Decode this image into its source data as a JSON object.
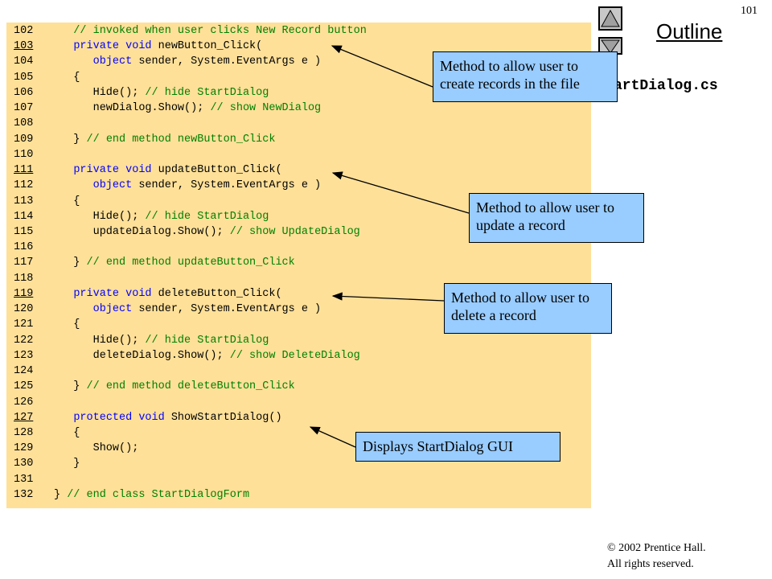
{
  "header": {
    "page_number": "101",
    "outline_label": "Outline",
    "filename": "artDialog.cs"
  },
  "code_lines": [
    {
      "num": "102",
      "parts": [
        [
          "c",
          "   // invoked when user clicks New Record button"
        ]
      ]
    },
    {
      "num": "103",
      "underline": true,
      "parts": [
        [
          "t",
          "   "
        ],
        [
          "k",
          "private void"
        ],
        [
          "t",
          " newButton_Click("
        ]
      ]
    },
    {
      "num": "104",
      "parts": [
        [
          "t",
          "      "
        ],
        [
          "k",
          "object"
        ],
        [
          "t",
          " sender, System.EventArgs e )"
        ]
      ]
    },
    {
      "num": "105",
      "parts": [
        [
          "t",
          "   {"
        ]
      ]
    },
    {
      "num": "106",
      "parts": [
        [
          "t",
          "      Hide(); "
        ],
        [
          "c",
          "// hide StartDialog"
        ]
      ]
    },
    {
      "num": "107",
      "parts": [
        [
          "t",
          "      newDialog.Show(); "
        ],
        [
          "c",
          "// show NewDialog"
        ]
      ]
    },
    {
      "num": "108",
      "parts": []
    },
    {
      "num": "109",
      "parts": [
        [
          "t",
          "   } "
        ],
        [
          "c",
          "// end method newButton_Click"
        ]
      ]
    },
    {
      "num": "110",
      "parts": []
    },
    {
      "num": "111",
      "underline": true,
      "parts": [
        [
          "t",
          "   "
        ],
        [
          "k",
          "private void"
        ],
        [
          "t",
          " updateButton_Click("
        ]
      ]
    },
    {
      "num": "112",
      "parts": [
        [
          "t",
          "      "
        ],
        [
          "k",
          "object"
        ],
        [
          "t",
          " sender, System.EventArgs e )"
        ]
      ]
    },
    {
      "num": "113",
      "parts": [
        [
          "t",
          "   {"
        ]
      ]
    },
    {
      "num": "114",
      "parts": [
        [
          "t",
          "      Hide(); "
        ],
        [
          "c",
          "// hide StartDialog"
        ]
      ]
    },
    {
      "num": "115",
      "parts": [
        [
          "t",
          "      updateDialog.Show(); "
        ],
        [
          "c",
          "// show UpdateDialog"
        ]
      ]
    },
    {
      "num": "116",
      "parts": []
    },
    {
      "num": "117",
      "parts": [
        [
          "t",
          "   } "
        ],
        [
          "c",
          "// end method updateButton_Click"
        ]
      ]
    },
    {
      "num": "118",
      "parts": []
    },
    {
      "num": "119",
      "underline": true,
      "parts": [
        [
          "t",
          "   "
        ],
        [
          "k",
          "private void"
        ],
        [
          "t",
          " deleteButton_Click("
        ]
      ]
    },
    {
      "num": "120",
      "parts": [
        [
          "t",
          "      "
        ],
        [
          "k",
          "object"
        ],
        [
          "t",
          " sender, System.EventArgs e )"
        ]
      ]
    },
    {
      "num": "121",
      "parts": [
        [
          "t",
          "   {"
        ]
      ]
    },
    {
      "num": "122",
      "parts": [
        [
          "t",
          "      Hide(); "
        ],
        [
          "c",
          "// hide StartDialog"
        ]
      ]
    },
    {
      "num": "123",
      "parts": [
        [
          "t",
          "      deleteDialog.Show(); "
        ],
        [
          "c",
          "// show DeleteDialog"
        ]
      ]
    },
    {
      "num": "124",
      "parts": []
    },
    {
      "num": "125",
      "parts": [
        [
          "t",
          "   } "
        ],
        [
          "c",
          "// end method deleteButton_Click"
        ]
      ]
    },
    {
      "num": "126",
      "parts": []
    },
    {
      "num": "127",
      "underline": true,
      "parts": [
        [
          "t",
          "   "
        ],
        [
          "k",
          "protected void"
        ],
        [
          "t",
          " ShowStartDialog()"
        ]
      ]
    },
    {
      "num": "128",
      "parts": [
        [
          "t",
          "   {"
        ]
      ]
    },
    {
      "num": "129",
      "parts": [
        [
          "t",
          "      Show();"
        ]
      ]
    },
    {
      "num": "130",
      "parts": [
        [
          "t",
          "   }"
        ]
      ]
    },
    {
      "num": "131",
      "parts": []
    },
    {
      "num": "132",
      "parts": [
        [
          "t",
          "} "
        ],
        [
          "c",
          "// end class StartDialogForm"
        ]
      ]
    }
  ],
  "callouts": {
    "new_record": "Method to allow user to create records in the file",
    "update_record": "Method to allow user to update a record",
    "delete_record": "Method to allow user to delete a record",
    "show_dialog": "Displays StartDialog GUI"
  },
  "footer": {
    "copyright_line1": "© 2002 Prentice Hall.",
    "copyright_line2": "All rights reserved."
  },
  "colors": {
    "code_background": "#ffe099",
    "callout_background": "#99ccff",
    "keyword": "#0000ff",
    "comment": "#008000"
  },
  "icons": {
    "prev_button": "triangle-up-icon",
    "next_button": "triangle-down-icon"
  }
}
